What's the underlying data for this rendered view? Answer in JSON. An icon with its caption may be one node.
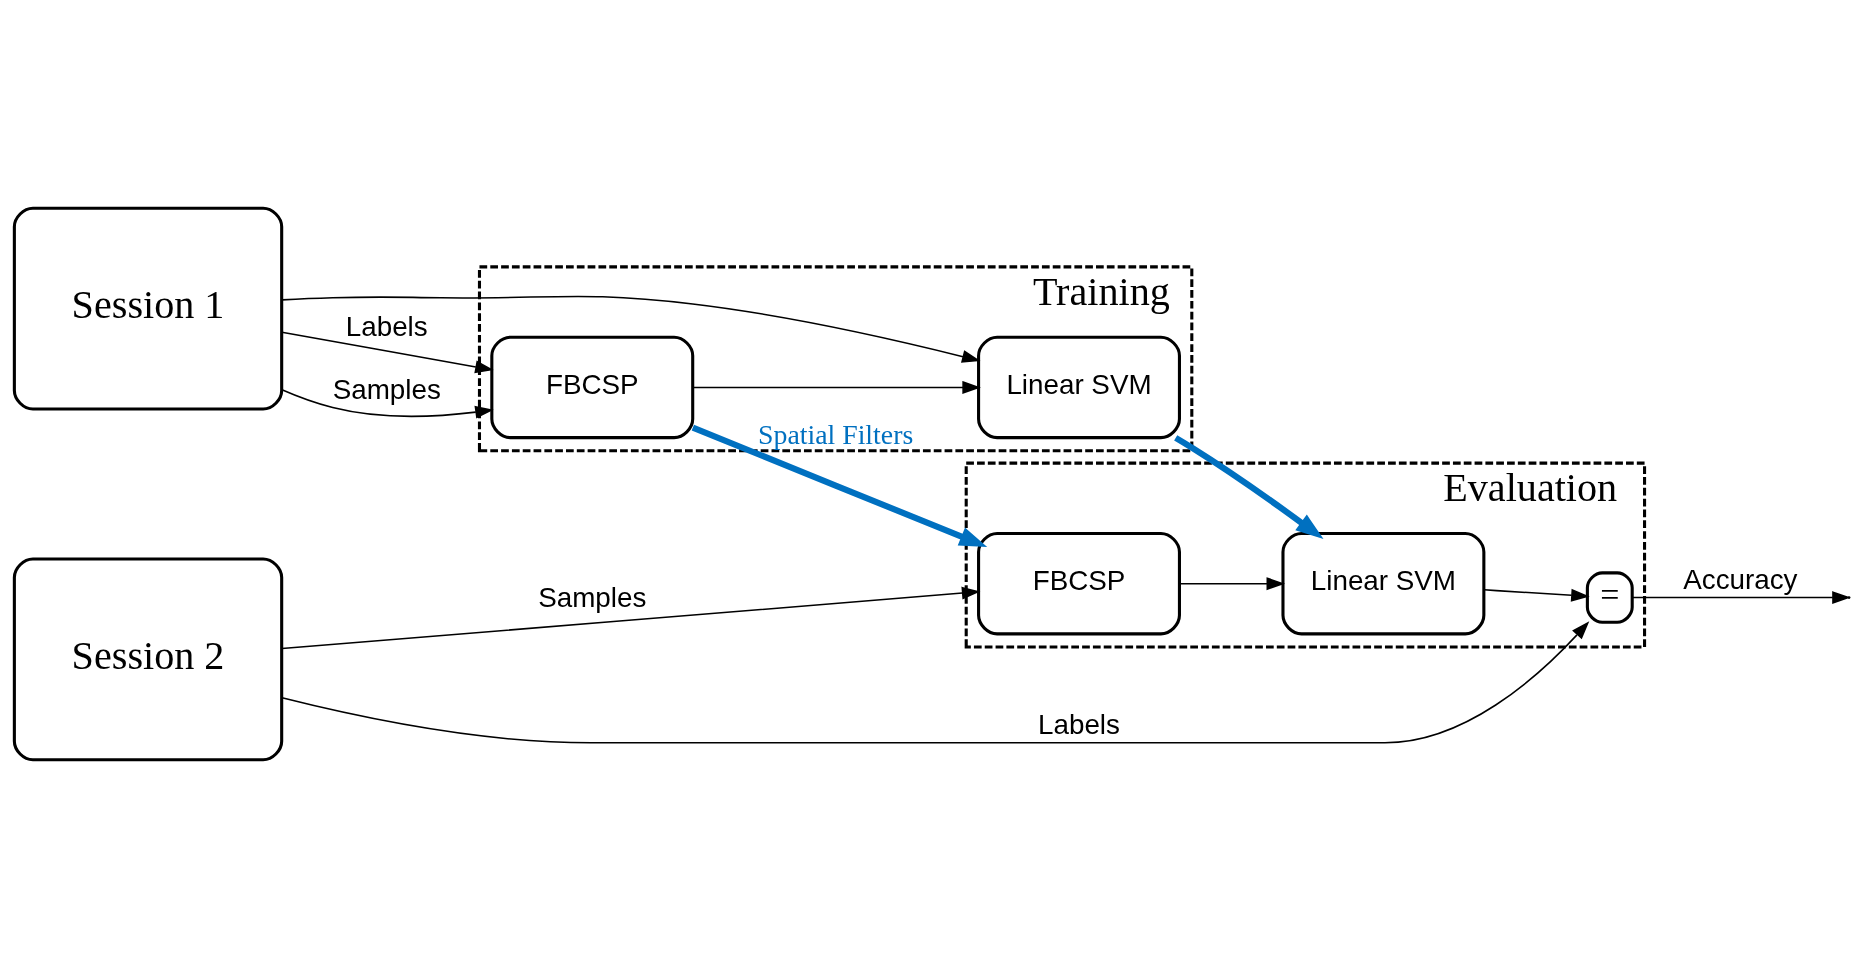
{
  "diagram": {
    "nodes": [
      {
        "text": [
          "Session 1"
        ]
      },
      {
        "text": [
          "Training"
        ]
      },
      {
        "text": [
          "FBCSP"
        ],
        "in": 1
      },
      {
        "text": [
          "Linear SVM"
        ],
        "in": 1
      },
      {
        "text": [
          "Evaluation"
        ]
      },
      {
        "text": [
          "Session 2"
        ]
      },
      {
        "text": [
          "FBCSP"
        ],
        "in": 4
      },
      {
        "text": [
          "Linear SVM"
        ],
        "in": 4
      },
      {
        "text": [
          "="
        ],
        "in": 4
      }
    ],
    "edges": [
      {
        "from": 0,
        "to": 2,
        "arrow": "to",
        "label": "Labels"
      },
      {
        "from": 0,
        "to": 3,
        "arrow": "to"
      },
      {
        "from": 0,
        "to": 2,
        "arrow": "to",
        "label": "Samples"
      },
      {
        "from": 2,
        "to": 3,
        "arrow": "to"
      },
      {
        "from": 2,
        "to": 6,
        "arrow": "to",
        "label": "Spatial Filters",
        "style": "thick",
        "color": "#0070c0"
      },
      {
        "from": 3,
        "to": 7,
        "arrow": "to",
        "style": "thick",
        "color": "#0070c0"
      },
      {
        "from": 5,
        "to": 6,
        "arrow": "to",
        "label": "Samples"
      },
      {
        "from": 6,
        "to": 7,
        "arrow": "to"
      },
      {
        "from": 7,
        "to": 8,
        "arrow": "to"
      },
      {
        "from": 5,
        "to": 8,
        "arrow": "to",
        "label": "Labels"
      },
      {
        "from": 8,
        "to": null,
        "arrow": "to",
        "label": "Accuracy"
      }
    ]
  }
}
